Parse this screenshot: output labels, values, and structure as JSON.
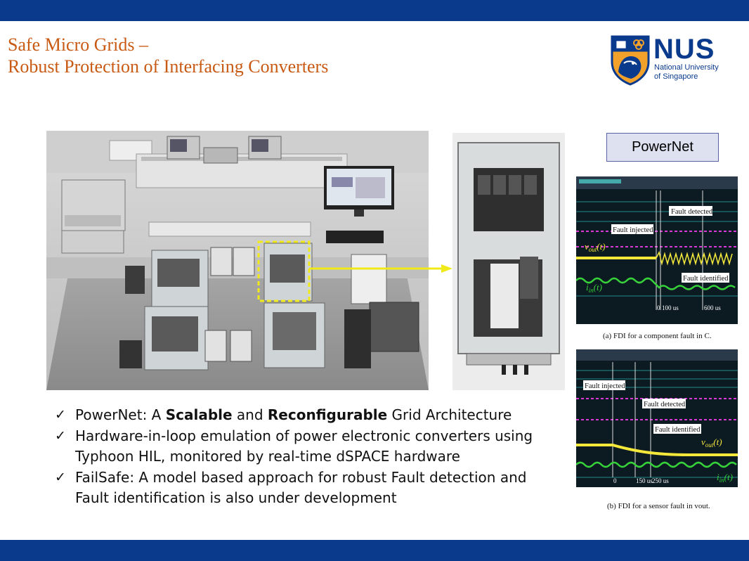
{
  "slide": {
    "title_line1": "Safe Micro Grids –",
    "title_line2": "Robust Protection of Interfacing Converters",
    "colors": {
      "header_bar": "#0a3a8c",
      "title": "#c85a14",
      "highlight": "#f0ea1a"
    }
  },
  "logo": {
    "name": "NUS",
    "subtitle_line1": "National University",
    "subtitle_line2": "of Singapore"
  },
  "powernet_label": "PowerNet",
  "scopes": [
    {
      "caption": "(a) FDI for a component fault in C.",
      "labels": {
        "fault_detected": "Fault detected",
        "fault_injected": "Fault injected",
        "fault_identified": "Fault identified",
        "v_out": "v",
        "v_out_sub": "out",
        "v_out_arg": "(t)",
        "i_in": "i",
        "i_in_sub": "in",
        "i_in_arg": "(t)",
        "t0": "0",
        "t1": "100 us",
        "t2": "600 us"
      }
    },
    {
      "caption": "(b) FDI for a sensor fault in vout.",
      "labels": {
        "fault_injected": "Fault injected",
        "fault_detected": "Fault detected",
        "fault_identified": "Fault identified",
        "v_out": "v",
        "v_out_sub": "out",
        "v_out_arg": "(t)",
        "i_in": "i",
        "i_in_sub": "in",
        "i_in_arg": "(t)",
        "t0": "0",
        "t1": "150 us",
        "t2": "250 us"
      }
    }
  ],
  "bullets": [
    {
      "line1_a": "PowerNet: A ",
      "line1_b": "Scalable",
      "line1_c": " and ",
      "line1_d": "Reconfigurable",
      "line1_e": " Grid Architecture"
    },
    {
      "line1": "Hardware-in-loop emulation of power electronic converters using",
      "line2": "Typhoon HIL, monitored by real-time dSPACE hardware"
    },
    {
      "line1": "FailSafe: A model based approach for robust Fault detection and",
      "line2": "Fault identification is also under development"
    }
  ],
  "check_glyph": "✓"
}
